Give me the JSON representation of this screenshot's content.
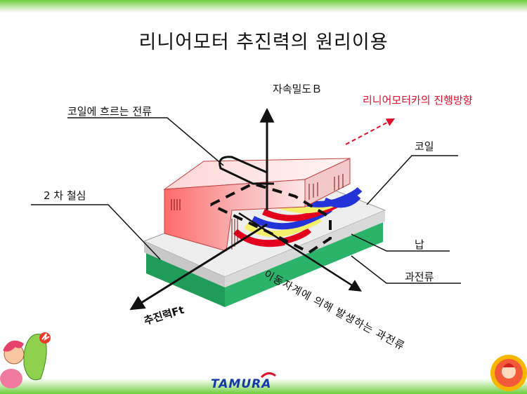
{
  "title": "리니어모터 추진력의 원리이용",
  "labels": {
    "flux": "자속밀도Ｂ",
    "coil_current": "코일에 흐르는 전류",
    "motion": "리니어모터카의 진행방향",
    "coil": "코일",
    "secondary_core": "2 차 철심",
    "lead": "납",
    "eddy": "과전류",
    "thrust": "추진력Ft",
    "eddy_path": "이동자계에 의해 발생하는 과전류"
  },
  "logo": "TAMURA",
  "colors": {
    "border": "#6fcf3f",
    "motion_arrow": "#e0102a",
    "core_face": "#f6a0a0",
    "plate": "#d9d9d9",
    "base": "#2bb36a",
    "coil_red": "#e4001c",
    "coil_yellow": "#f5f06a",
    "coil_blue": "#2433d8",
    "logo": "#1638a8"
  }
}
